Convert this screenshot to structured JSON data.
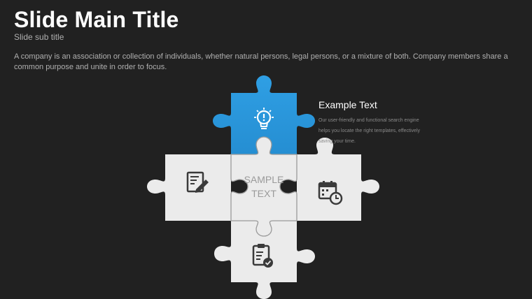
{
  "slide": {
    "title": "Slide Main Title",
    "subtitle": "Slide sub title",
    "body": "A company is an association or collection of individuals, whether natural persons, legal persons, or a mixture of both. Company members share a common purpose and unite in order to focus."
  },
  "puzzle": {
    "center_label_line1": "SAMPLE",
    "center_label_line2": "TEXT",
    "pieces": [
      {
        "position": "top",
        "icon": "lightbulb-icon",
        "color": "#2b9be0"
      },
      {
        "position": "left",
        "icon": "document-edit-icon",
        "color": "#ebebeb"
      },
      {
        "position": "center",
        "icon": "",
        "color": "#ebebeb"
      },
      {
        "position": "right",
        "icon": "calendar-clock-icon",
        "color": "#ebebeb"
      },
      {
        "position": "bottom",
        "icon": "clipboard-check-icon",
        "color": "#ebebeb"
      }
    ]
  },
  "callout": {
    "title": "Example Text",
    "body": "Our user-friendly and functional search engine helps you locate the right templates, effectively saving your time."
  },
  "colors": {
    "background": "#212121",
    "accent": "#2b9be0",
    "piece": "#ebebeb",
    "icon": "#3a3a3a"
  }
}
